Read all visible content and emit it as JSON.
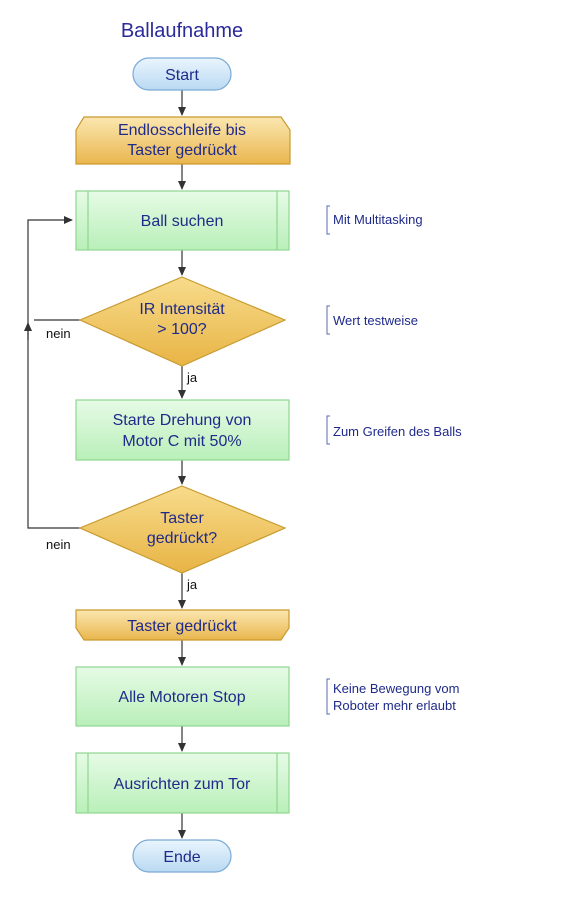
{
  "title": "Ballaufnahme",
  "nodes": {
    "start": "Start",
    "loop_begin": [
      "Endlosschleife bis",
      "Taster gedrückt"
    ],
    "ball_suchen": "Ball suchen",
    "ir_decision": [
      "IR Intensität",
      "> 100?"
    ],
    "drehung": [
      "Starte Drehung von",
      "Motor C mit 50%"
    ],
    "taster_decision": [
      "Taster",
      "gedrückt?"
    ],
    "loop_end": "Taster gedrückt",
    "motoren_stop": "Alle Motoren Stop",
    "ausrichten": "Ausrichten zum Tor",
    "ende": "Ende"
  },
  "branch_labels": {
    "ir_no": "nein",
    "ir_yes": "ja",
    "taster_no": "nein",
    "taster_yes": "ja"
  },
  "notes": {
    "ball_suchen": [
      "Mit Multitasking"
    ],
    "ir_decision": [
      "Wert testweise"
    ],
    "drehung": [
      "Zum Greifen des Balls"
    ],
    "motoren_stop": [
      "Keine Bewegung vom",
      "Roboter mehr erlaubt"
    ]
  },
  "colors": {
    "title": "#2a2a9a",
    "node_text": "#1f2a8a",
    "process_fill": "#d7f7d7",
    "process_stroke": "#8fd68f",
    "decision_fill": "#f0c860",
    "decision_stroke": "#c99a2e",
    "terminal_fill": "#cfe6f7",
    "terminal_stroke": "#7aaad6",
    "connector": "#333333",
    "note_bracket": "#5a6ab0"
  }
}
